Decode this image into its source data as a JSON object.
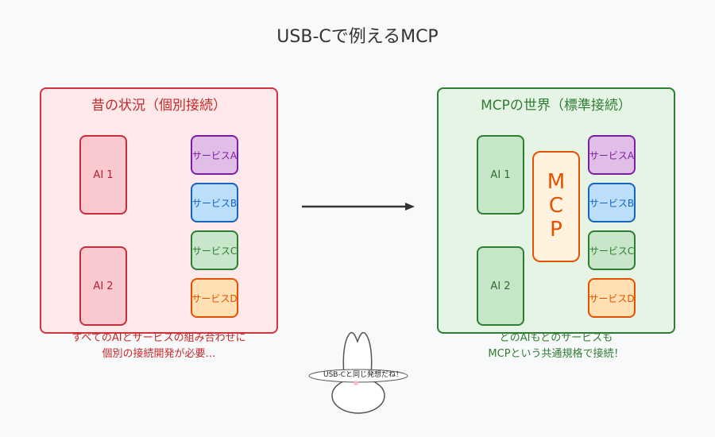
{
  "title": "USB-Cで例えるMCP",
  "left": {
    "title": "昔の状況（個別接続）",
    "ai": [
      "AI 1",
      "AI 2"
    ],
    "services": [
      "サービスA",
      "サービスB",
      "サービスC",
      "サービスD"
    ],
    "caption_line1": "すべてのAIとサービスの組み合わせに",
    "caption_line2": "個別の接続開発が必要…"
  },
  "right": {
    "title": "MCPの世界（標準接続）",
    "ai": [
      "AI 1",
      "AI 2"
    ],
    "mcp_label": "M\nC\nP",
    "services": [
      "サービスA",
      "サービスB",
      "サービスC",
      "サービスD"
    ],
    "caption_line1": "どのAIもどのサービスも",
    "caption_line2": "MCPという共通規格で接続！"
  },
  "mascot": {
    "speech": "USB-Cと同じ発想だね！"
  },
  "colors": {
    "left_accent": "#d0343f",
    "right_accent": "#2e7d32",
    "mcp": "#e65100",
    "service_a": "#7b1fa2",
    "service_b": "#1565c0",
    "service_c": "#2e7d32",
    "service_d": "#e65100"
  }
}
